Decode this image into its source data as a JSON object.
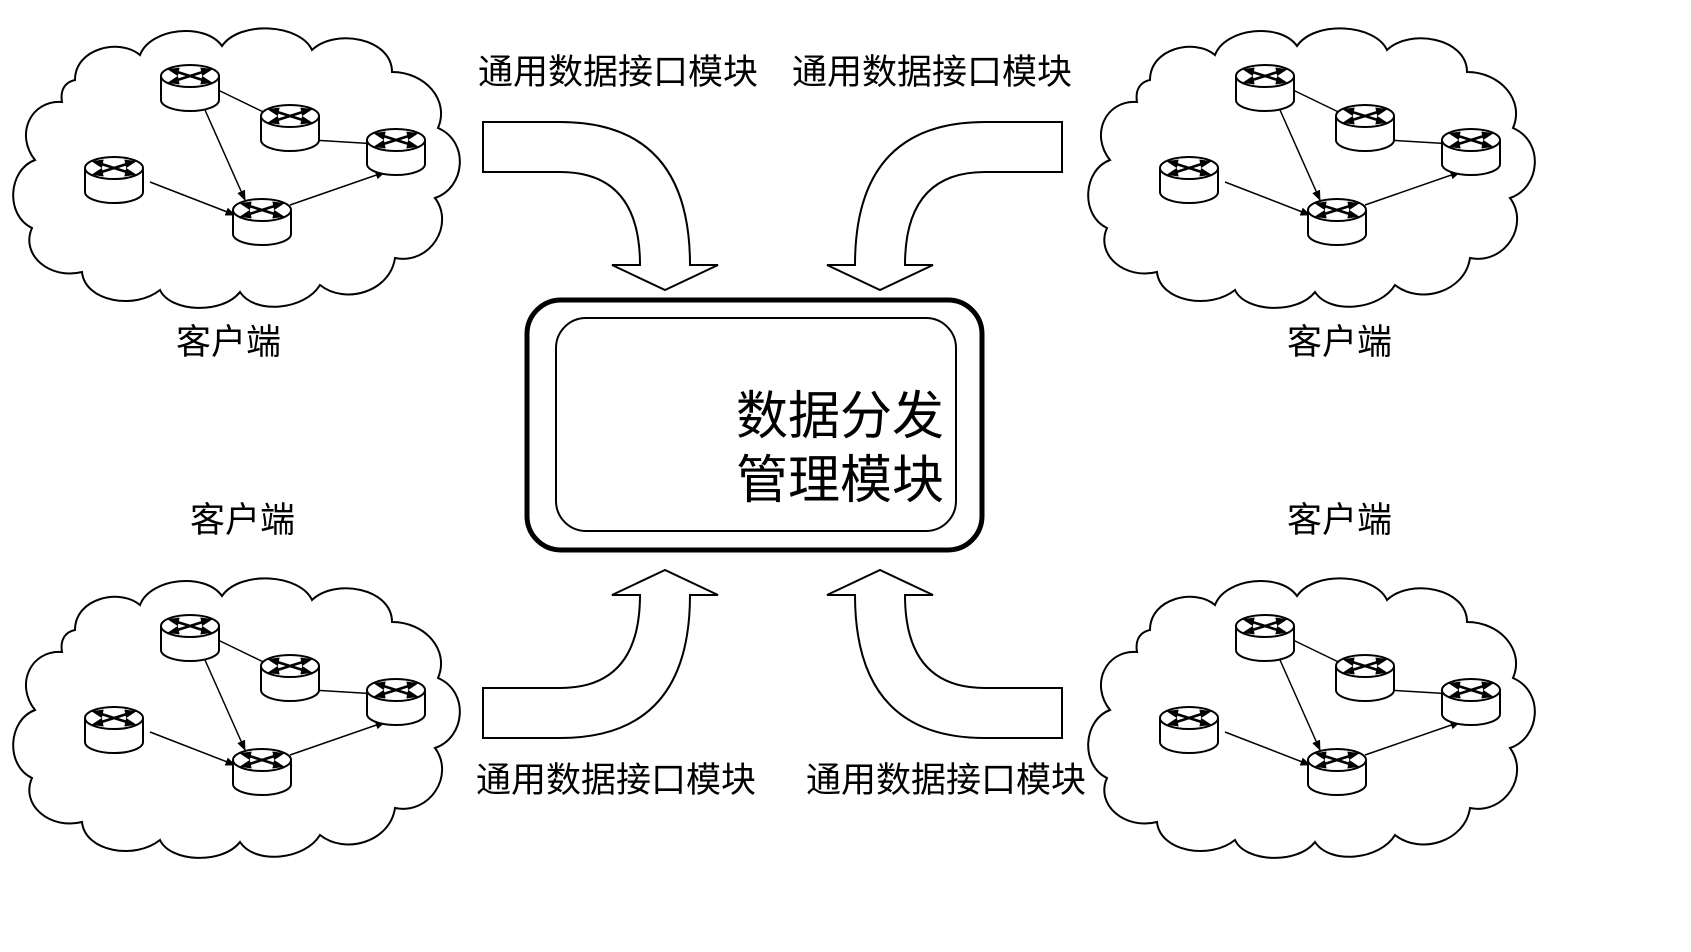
{
  "center": {
    "line1": "数据分发",
    "line2": "管理模块"
  },
  "interfaces": [
    {
      "id": "top-left",
      "label": "通用数据接口模块"
    },
    {
      "id": "top-right",
      "label": "通用数据接口模块"
    },
    {
      "id": "bottom-left",
      "label": "通用数据接口模块"
    },
    {
      "id": "bottom-right",
      "label": "通用数据接口模块"
    }
  ],
  "clients": [
    {
      "id": "top-left",
      "label": "客户端"
    },
    {
      "id": "top-right",
      "label": "客户端"
    },
    {
      "id": "bottom-left",
      "label": "客户端"
    },
    {
      "id": "bottom-right",
      "label": "客户端"
    }
  ],
  "icons": {
    "router": "router-icon",
    "cloud": "network-cloud-icon"
  },
  "colors": {
    "line": "#000000",
    "fill": "#ffffff"
  }
}
